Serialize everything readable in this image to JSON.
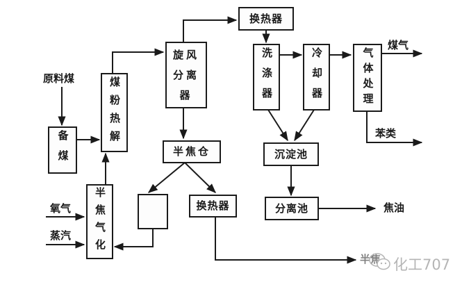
{
  "diagram": {
    "type": "process-flow",
    "nodes": {
      "prep_coal": "备煤",
      "pyrolysis": "煤粉热解",
      "cyclone": "旋风分离器",
      "cyclone_line1": "旋风",
      "cyclone_line2": "分离",
      "cyclone_line3": "器",
      "heat_exchanger_top": "换热器",
      "scrubber": "洗涤器",
      "cooler": "冷却器",
      "gas_treatment": "气体处理",
      "char_bin": "半焦仓",
      "blank_unit": "",
      "heat_exchanger_bottom": "换热器",
      "char_gasification": "半焦气化",
      "settling_tank": "沉淀池",
      "separation_tank": "分离池"
    },
    "streams": {
      "raw_coal": "原料煤",
      "oxygen": "氧气",
      "steam": "蒸汽",
      "coal_gas": "煤气",
      "benzene": "苯类",
      "tar": "焦油",
      "char_out": "半焦"
    },
    "edges": [
      {
        "from": "raw_coal",
        "to": "prep_coal"
      },
      {
        "from": "prep_coal",
        "to": "pyrolysis"
      },
      {
        "from": "char_gasification",
        "to": "pyrolysis"
      },
      {
        "from": "pyrolysis",
        "to": "cyclone"
      },
      {
        "from": "cyclone",
        "to": "heat_exchanger_top"
      },
      {
        "from": "cyclone",
        "to": "char_bin"
      },
      {
        "from": "heat_exchanger_top",
        "to": "scrubber"
      },
      {
        "from": "scrubber",
        "to": "cooler"
      },
      {
        "from": "cooler",
        "to": "gas_treatment"
      },
      {
        "from": "gas_treatment",
        "to": "coal_gas"
      },
      {
        "from": "gas_treatment",
        "to": "benzene"
      },
      {
        "from": "scrubber",
        "to": "settling_tank"
      },
      {
        "from": "cooler",
        "to": "settling_tank"
      },
      {
        "from": "settling_tank",
        "to": "separation_tank"
      },
      {
        "from": "separation_tank",
        "to": "tar"
      },
      {
        "from": "char_bin",
        "to": "blank_unit"
      },
      {
        "from": "char_bin",
        "to": "heat_exchanger_bottom"
      },
      {
        "from": "blank_unit",
        "to": "char_gasification"
      },
      {
        "from": "oxygen",
        "to": "char_gasification"
      },
      {
        "from": "steam",
        "to": "char_gasification"
      },
      {
        "from": "heat_exchanger_bottom",
        "to": "char_out"
      }
    ]
  },
  "watermark": {
    "text": "化工707",
    "icon": "wechat-icon"
  },
  "colors": {
    "line": "#1a1a1a",
    "watermark": "#b5b5b5"
  }
}
